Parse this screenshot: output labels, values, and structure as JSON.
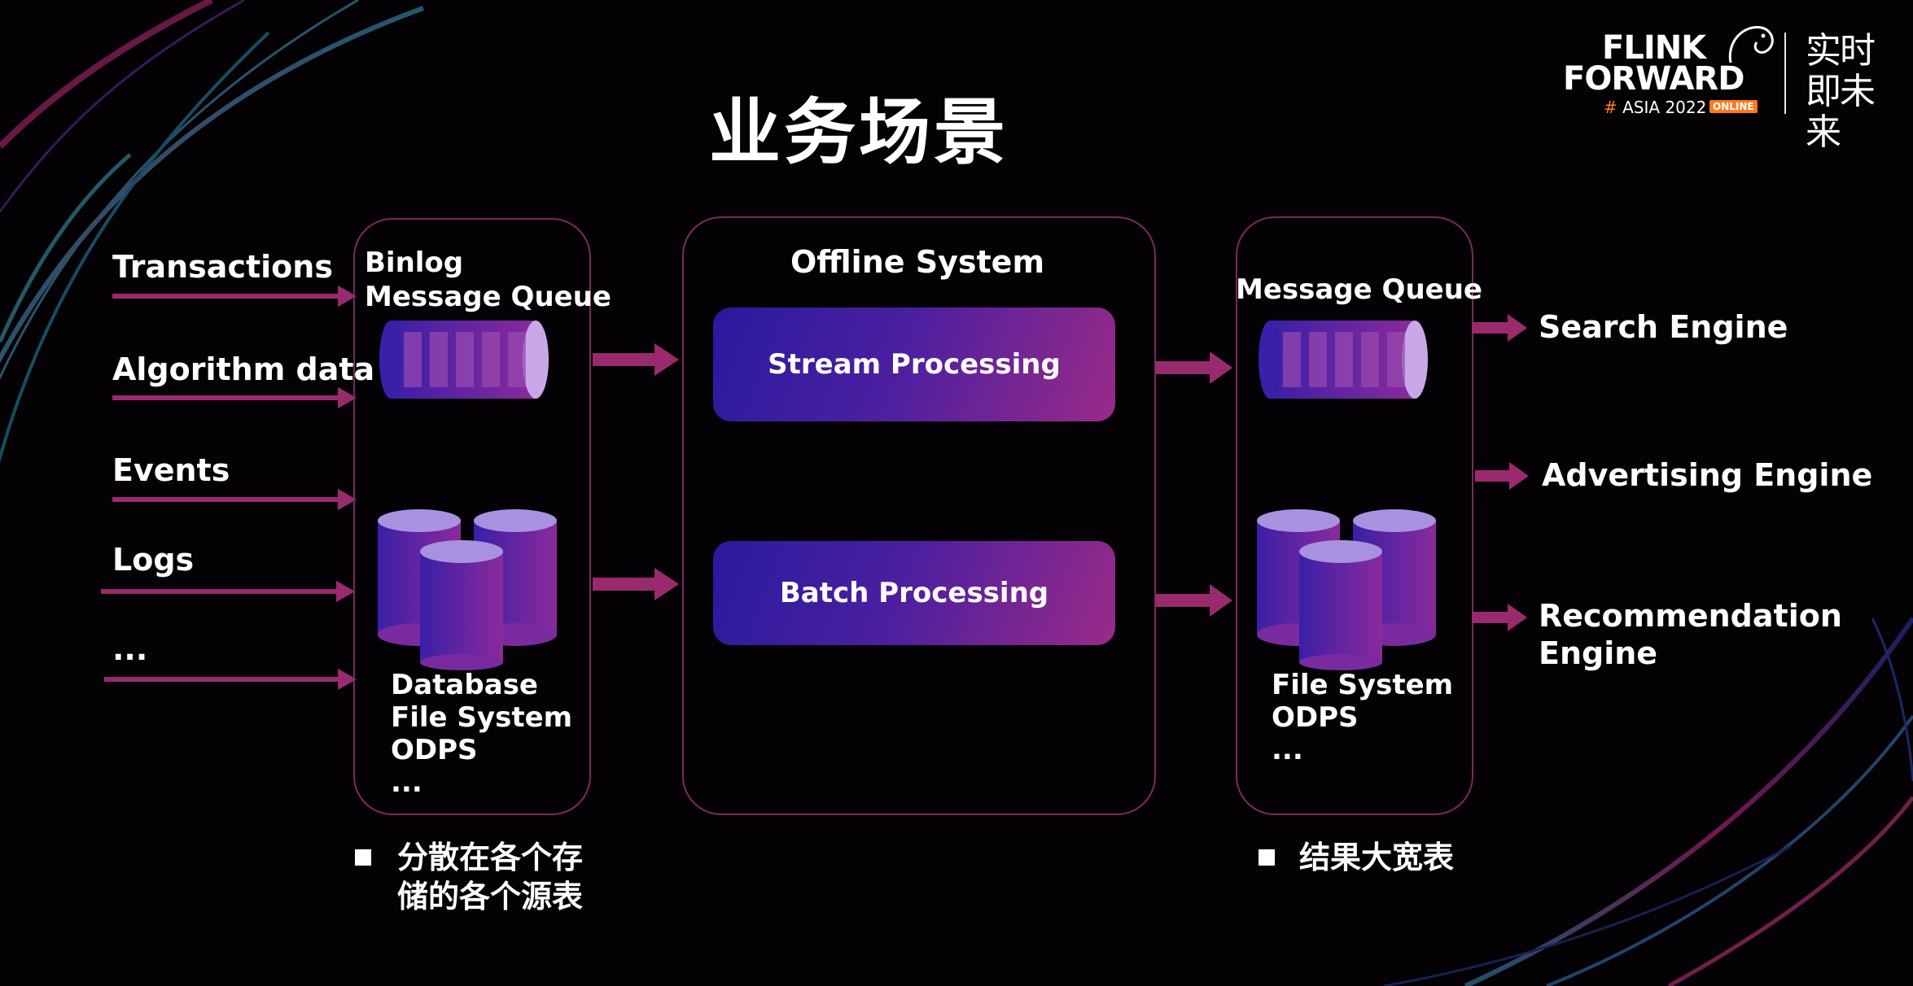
{
  "title": "业务场景",
  "logo": {
    "line1": "FLINK",
    "line2": "FORWARD",
    "hash": "#",
    "edition": "ASIA 2022",
    "badge": "ONLINE",
    "slogan": "实时即未来"
  },
  "sources": [
    "Transactions",
    "Algorithm data",
    "Events",
    "Logs",
    "..."
  ],
  "left_panel": {
    "queue_label": "Binlog\nMessage Queue",
    "storage_label": "Database\nFile System\nODPS\n...",
    "note": "分散在各个存\n储的各个源表"
  },
  "middle_panel": {
    "title": "Offline System",
    "stream": "Stream Processing",
    "batch": "Batch Processing"
  },
  "right_panel": {
    "queue_label": "Message Queue",
    "storage_label": "File System\nODPS\n...",
    "note": "结果大宽表"
  },
  "outputs": [
    "Search Engine",
    "Advertising Engine",
    "Recommendation\nEngine"
  ],
  "colors": {
    "background": "#040204",
    "panel_border": "#7a2a5e",
    "arrow": "#9a2a6e",
    "process_gradient_start": "#2a1a9e",
    "process_gradient_end": "#9a2a88",
    "cylinder_purple": "#5a22b0",
    "logo_accent": "#ff7a1a"
  }
}
